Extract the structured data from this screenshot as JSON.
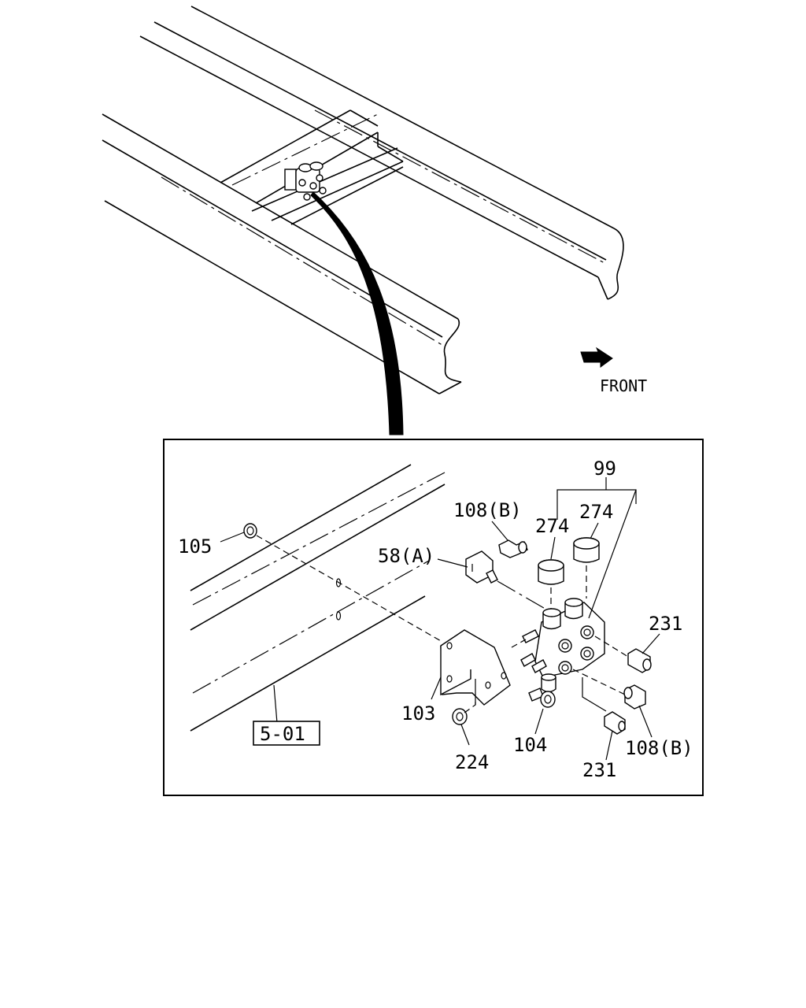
{
  "direction": {
    "label": "FRONT",
    "icon": "front-arrow-icon"
  },
  "callouts": {
    "c99": "99",
    "c274a": "274",
    "c274b": "274",
    "c108b_top": "108(B)",
    "c58a": "58(A)",
    "c105": "105",
    "c231_right": "231",
    "c103": "103",
    "c104": "104",
    "c224": "224",
    "c231_bottom": "231",
    "c108b_bottom": "108(B)"
  },
  "reference": {
    "label": "5-01"
  }
}
